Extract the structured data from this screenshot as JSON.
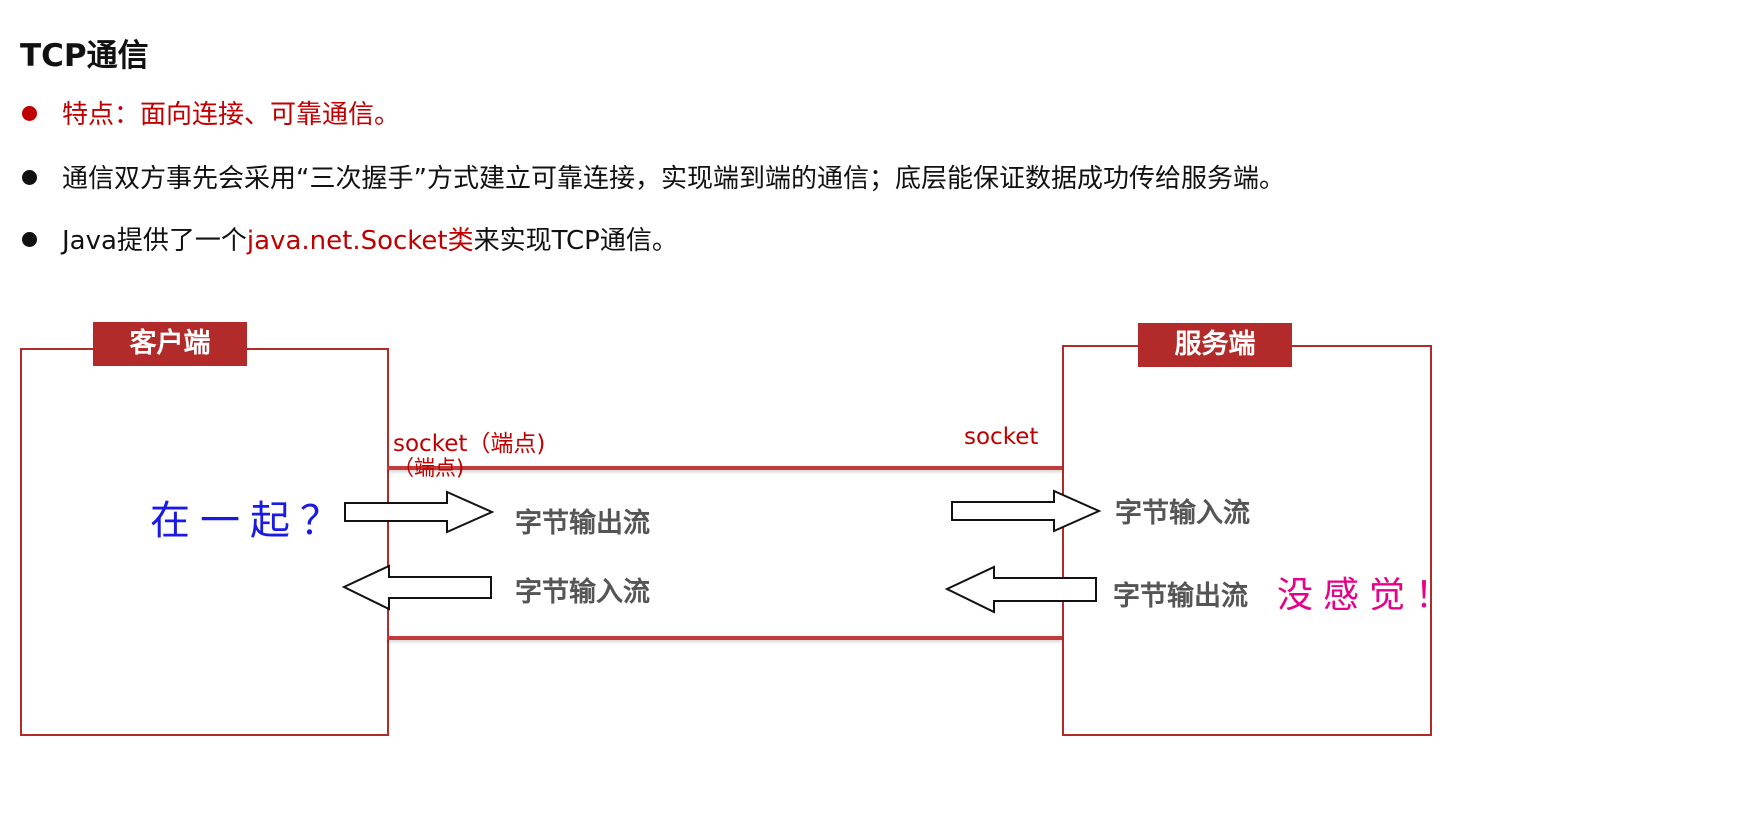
{
  "title": "TCP通信",
  "bullets": {
    "b1": "特点：面向连接、可靠通信。",
    "b2": "通信双方事先会采用“三次握手”方式建立可靠连接，实现端到端的通信；底层能保证数据成功传给服务端。",
    "b3_prefix": "Java提供了一个",
    "b3_red": "java.net.Socket类",
    "b3_suffix": "来实现TCP通信。"
  },
  "diagram": {
    "client_label": "客户端",
    "server_label": "服务端",
    "client_socket": "socket（端点)",
    "client_socket_sub": "（端点)",
    "server_socket": "socket",
    "client_out": "字节输出流",
    "client_in": "字节输入流",
    "server_in": "字节输入流",
    "server_out": "字节输出流",
    "left_note": "在一起？",
    "right_note": "没感觉！"
  },
  "colors": {
    "accent": "#b22a2a",
    "red_text": "#c00000",
    "blue_note": "#1a1ae6",
    "pink_note": "#e6008a",
    "stream_text": "#555555"
  }
}
